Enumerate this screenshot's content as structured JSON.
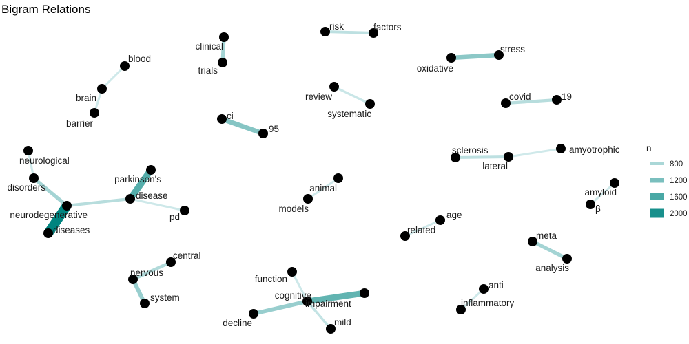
{
  "title": "Bigram Relations",
  "colors": {
    "node": "#000000",
    "edge_low": "#cfe9ea",
    "edge_high": "#00847f"
  },
  "legend": {
    "title": "n",
    "entries": [
      {
        "label": "800",
        "value": 800
      },
      {
        "label": "1200",
        "value": 1200
      },
      {
        "label": "1600",
        "value": 1600
      },
      {
        "label": "2000",
        "value": 2000
      }
    ]
  },
  "nodes": [
    {
      "id": "blood",
      "label": "blood"
    },
    {
      "id": "brain",
      "label": "brain"
    },
    {
      "id": "barrier",
      "label": "barrier"
    },
    {
      "id": "clinical",
      "label": "clinical"
    },
    {
      "id": "trials",
      "label": "trials"
    },
    {
      "id": "risk",
      "label": "risk"
    },
    {
      "id": "factors",
      "label": "factors"
    },
    {
      "id": "oxidative",
      "label": "oxidative"
    },
    {
      "id": "stress",
      "label": "stress"
    },
    {
      "id": "review",
      "label": "review"
    },
    {
      "id": "systematic",
      "label": "systematic"
    },
    {
      "id": "covid",
      "label": "covid"
    },
    {
      "id": "19",
      "label": "19"
    },
    {
      "id": "ci",
      "label": "ci"
    },
    {
      "id": "95",
      "label": "95"
    },
    {
      "id": "neurological",
      "label": "neurological"
    },
    {
      "id": "disorders",
      "label": "disorders"
    },
    {
      "id": "neurodegenerative",
      "label": "neurodegenerative"
    },
    {
      "id": "diseases",
      "label": "diseases"
    },
    {
      "id": "parkinsons",
      "label": "parkinson's"
    },
    {
      "id": "disease",
      "label": "disease"
    },
    {
      "id": "pd",
      "label": "pd"
    },
    {
      "id": "animal",
      "label": "animal"
    },
    {
      "id": "models",
      "label": "models"
    },
    {
      "id": "sclerosis",
      "label": "sclerosis"
    },
    {
      "id": "lateral",
      "label": "lateral"
    },
    {
      "id": "amyotrophic",
      "label": "amyotrophic"
    },
    {
      "id": "amyloid",
      "label": "amyloid"
    },
    {
      "id": "beta",
      "label": "β"
    },
    {
      "id": "age",
      "label": "age"
    },
    {
      "id": "related",
      "label": "related"
    },
    {
      "id": "meta",
      "label": "meta"
    },
    {
      "id": "analysis",
      "label": "analysis"
    },
    {
      "id": "central",
      "label": "central"
    },
    {
      "id": "nervous",
      "label": "nervous"
    },
    {
      "id": "system",
      "label": "system"
    },
    {
      "id": "function",
      "label": "function"
    },
    {
      "id": "cognitive",
      "label": "cognitive"
    },
    {
      "id": "impairment",
      "label": "impairment"
    },
    {
      "id": "decline",
      "label": "decline"
    },
    {
      "id": "mild",
      "label": "mild"
    },
    {
      "id": "anti",
      "label": "anti"
    },
    {
      "id": "inflammatory",
      "label": "inflammatory"
    }
  ],
  "edges": [
    {
      "from": "blood",
      "to": "brain",
      "n": 500
    },
    {
      "from": "brain",
      "to": "barrier",
      "n": 500
    },
    {
      "from": "clinical",
      "to": "trials",
      "n": 850
    },
    {
      "from": "risk",
      "to": "factors",
      "n": 650
    },
    {
      "from": "oxidative",
      "to": "stress",
      "n": 1050
    },
    {
      "from": "review",
      "to": "systematic",
      "n": 550
    },
    {
      "from": "covid",
      "to": "19",
      "n": 700
    },
    {
      "from": "ci",
      "to": "95",
      "n": 1100
    },
    {
      "from": "neurological",
      "to": "disorders",
      "n": 520
    },
    {
      "from": "disorders",
      "to": "neurodegenerative",
      "n": 850
    },
    {
      "from": "neurodegenerative",
      "to": "diseases",
      "n": 2200
    },
    {
      "from": "neurodegenerative",
      "to": "disease",
      "n": 700
    },
    {
      "from": "parkinsons",
      "to": "disease",
      "n": 1500
    },
    {
      "from": "disease",
      "to": "pd",
      "n": 520
    },
    {
      "from": "animal",
      "to": "models",
      "n": 500
    },
    {
      "from": "sclerosis",
      "to": "lateral",
      "n": 650
    },
    {
      "from": "lateral",
      "to": "amyotrophic",
      "n": 500
    },
    {
      "from": "amyloid",
      "to": "beta",
      "n": 500
    },
    {
      "from": "age",
      "to": "related",
      "n": 500
    },
    {
      "from": "meta",
      "to": "analysis",
      "n": 850
    },
    {
      "from": "central",
      "to": "nervous",
      "n": 750
    },
    {
      "from": "nervous",
      "to": "system",
      "n": 950
    },
    {
      "from": "function",
      "to": "cognitive",
      "n": 520
    },
    {
      "from": "cognitive",
      "to": "impairment",
      "n": 1400
    },
    {
      "from": "decline",
      "to": "cognitive",
      "n": 950
    },
    {
      "from": "mild",
      "to": "cognitive",
      "n": 600
    },
    {
      "from": "anti",
      "to": "inflammatory",
      "n": 500
    }
  ]
}
